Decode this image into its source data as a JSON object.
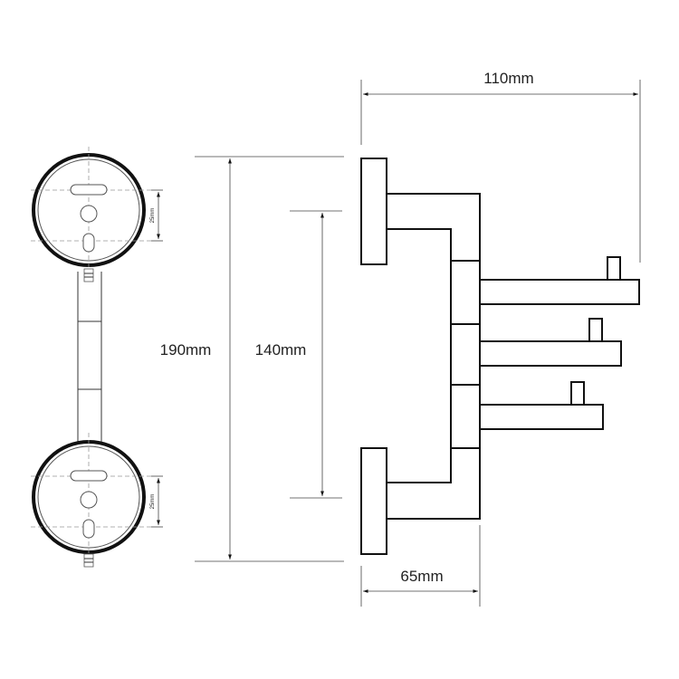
{
  "dimensions": {
    "overall_width": "110mm",
    "overall_height": "190mm",
    "arm_spacing": "140mm",
    "wall_depth": "65mm",
    "hole_spacing_top": "25mm",
    "hole_spacing_bottom": "25mm"
  }
}
